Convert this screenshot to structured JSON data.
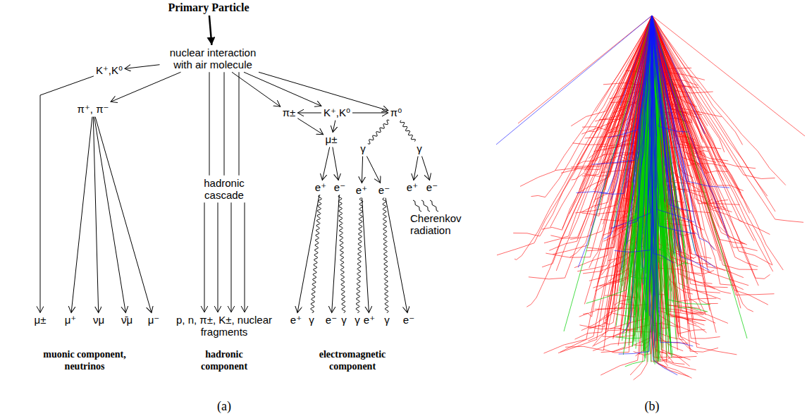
{
  "diagram": {
    "nodes": [
      {
        "text": [
          "Primary Particle"
        ]
      },
      {
        "text": [
          "nuclear interaction with air molecule"
        ]
      },
      {
        "text": [
          "K⁺,K⁰"
        ]
      },
      {
        "text": [
          "π⁺, π⁻"
        ]
      },
      {
        "text": [
          "hadronic cascade"
        ]
      },
      {
        "text": [
          "π±"
        ]
      },
      {
        "text": [
          "K⁺,K⁰"
        ]
      },
      {
        "text": [
          "π⁰"
        ]
      },
      {
        "text": [
          "μ±"
        ]
      },
      {
        "text": [
          "γ"
        ]
      },
      {
        "text": [
          "γ"
        ]
      },
      {
        "text": [
          "e⁺"
        ]
      },
      {
        "text": [
          "e⁻"
        ]
      },
      {
        "text": [
          "e⁺"
        ]
      },
      {
        "text": [
          "e⁻"
        ]
      },
      {
        "text": [
          "e⁺"
        ]
      },
      {
        "text": [
          "e⁻"
        ]
      },
      {
        "text": [
          "μ±"
        ]
      },
      {
        "text": [
          "μ⁺"
        ]
      },
      {
        "text": [
          "νμ"
        ]
      },
      {
        "text": [
          "ν̄μ"
        ]
      },
      {
        "text": [
          "μ⁻"
        ]
      },
      {
        "text": [
          "p, n, π±, K±, nuclear fragments"
        ]
      },
      {
        "text": [
          "e⁺"
        ]
      },
      {
        "text": [
          "γ"
        ]
      },
      {
        "text": [
          "e⁻"
        ]
      },
      {
        "text": [
          "γ"
        ]
      },
      {
        "text": [
          "γ"
        ]
      },
      {
        "text": [
          "e⁺"
        ]
      },
      {
        "text": [
          "γ"
        ]
      },
      {
        "text": [
          "e⁻"
        ]
      }
    ],
    "edges": [
      {
        "from": 0,
        "to": 1,
        "arrow": "to"
      },
      {
        "from": 1,
        "to": 2,
        "arrow": "to"
      },
      {
        "from": 1,
        "to": 3,
        "arrow": "to"
      },
      {
        "from": 1,
        "to": 4,
        "arrow": "none"
      },
      {
        "from": 1,
        "to": 5,
        "arrow": "to"
      },
      {
        "from": 1,
        "to": 6,
        "arrow": "to"
      },
      {
        "from": 1,
        "to": 7,
        "arrow": "to"
      },
      {
        "from": 2,
        "to": 17,
        "arrow": "to"
      },
      {
        "from": 3,
        "to": 18,
        "arrow": "to"
      },
      {
        "from": 3,
        "to": 19,
        "arrow": "to"
      },
      {
        "from": 3,
        "to": 20,
        "arrow": "to"
      },
      {
        "from": 3,
        "to": 21,
        "arrow": "to"
      },
      {
        "from": 4,
        "to": 22,
        "arrow": "to"
      },
      {
        "from": 6,
        "to": 5,
        "arrow": "to"
      },
      {
        "from": 6,
        "to": 7,
        "arrow": "to"
      },
      {
        "from": 5,
        "to": 8,
        "arrow": "to"
      },
      {
        "from": 6,
        "to": 8,
        "arrow": "to"
      },
      {
        "from": 7,
        "to": 9,
        "arrow": "none"
      },
      {
        "from": 7,
        "to": 10,
        "arrow": "none"
      },
      {
        "from": 8,
        "to": 11,
        "arrow": "to"
      },
      {
        "from": 8,
        "to": 12,
        "arrow": "to"
      },
      {
        "from": 9,
        "to": 13,
        "arrow": "to"
      },
      {
        "from": 9,
        "to": 14,
        "arrow": "to"
      },
      {
        "from": 10,
        "to": 15,
        "arrow": "to"
      },
      {
        "from": 10,
        "to": 16,
        "arrow": "to"
      },
      {
        "from": 11,
        "to": 23,
        "arrow": "to"
      },
      {
        "from": 11,
        "to": 24,
        "arrow": "none"
      },
      {
        "from": 12,
        "to": 25,
        "arrow": "to"
      },
      {
        "from": 12,
        "to": 26,
        "arrow": "none"
      },
      {
        "from": 13,
        "to": 27,
        "arrow": "none"
      },
      {
        "from": 13,
        "to": 28,
        "arrow": "to"
      },
      {
        "from": 14,
        "to": 29,
        "arrow": "none"
      },
      {
        "from": 14,
        "to": 30,
        "arrow": "to"
      }
    ],
    "labels": [
      "Cherenkov radiation",
      "muonic component, neutrinos",
      "hadronic component",
      "electromagnetic component",
      "(a)",
      "(b)"
    ]
  }
}
